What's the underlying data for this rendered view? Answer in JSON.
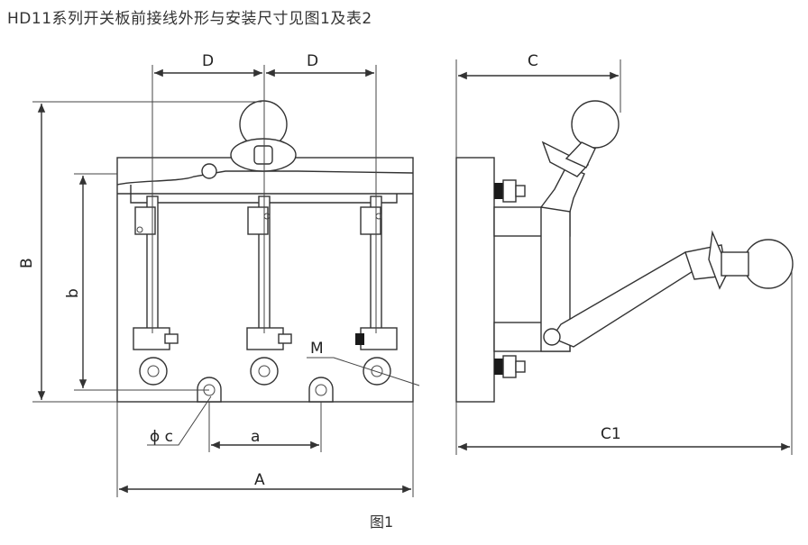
{
  "title": "HD11系列开关板前接线外形与安装尺寸见图1及表2",
  "caption": "图1",
  "labels": {
    "D1": "D",
    "D2": "D",
    "B": "B",
    "b": "b",
    "M": "M",
    "phi_c": "ϕ c",
    "a": "a",
    "A": "A",
    "C": "C",
    "C1": "C1"
  }
}
